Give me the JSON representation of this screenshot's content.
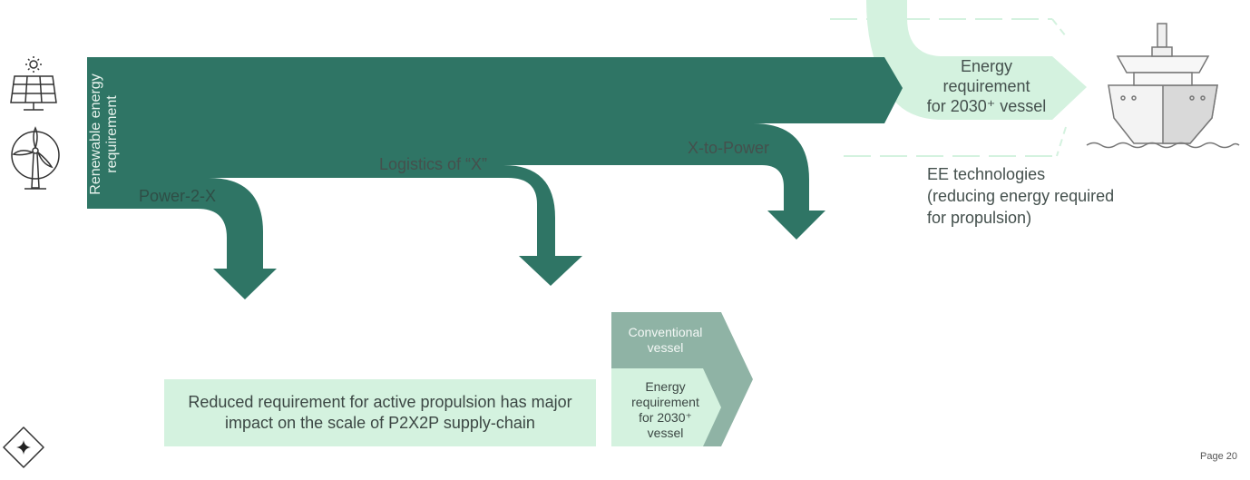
{
  "labels": {
    "renewable_line1": "Renewable energy",
    "renewable_line2": "requirement",
    "power2x": "Power-2-X",
    "logistics": "Logistics of “X”",
    "x_to_power": "X-to-Power",
    "energy_req_2030_line1": "Energy",
    "energy_req_2030_line2": "requirement",
    "energy_req_2030_line3": "for 2030⁺ vessel",
    "ee_line1": "EE technologies",
    "ee_line2": "(reducing energy required",
    "ee_line3": "for propulsion)"
  },
  "note": {
    "line1": "Reduced requirement for active propulsion has major",
    "line2": "impact on the scale of P2X2P supply-chain"
  },
  "legend": {
    "conventional_line1": "Conventional",
    "conventional_line2": "vessel",
    "energy_line1": "Energy",
    "energy_line2": "requirement",
    "energy_line3": "for 2030⁺",
    "energy_line4": "vessel"
  },
  "page": "Page 20",
  "icons": [
    "sun-icon",
    "solar-panel-icon",
    "wind-turbine-icon",
    "ship-icon",
    "ai-sparkle-icon"
  ],
  "colors": {
    "dark_green": "#2f7565",
    "light_green": "#d4f2df",
    "muted_green": "#8fb3a5",
    "text_grey": "#44504d"
  }
}
